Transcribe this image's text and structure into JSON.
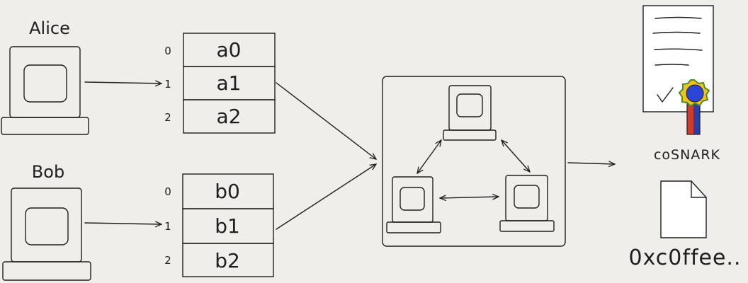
{
  "parties": [
    {
      "name": "Alice",
      "inputs": [
        {
          "index": "0",
          "value": "a0"
        },
        {
          "index": "1",
          "value": "a1"
        },
        {
          "index": "2",
          "value": "a2"
        }
      ]
    },
    {
      "name": "Bob",
      "inputs": [
        {
          "index": "0",
          "value": "b0"
        },
        {
          "index": "1",
          "value": "b1"
        },
        {
          "index": "2",
          "value": "b2"
        }
      ]
    }
  ],
  "output": {
    "certificate_label": "coSNARK",
    "hash_label": "0xc0ffee.."
  },
  "colors": {
    "stroke": "#1e1e1e",
    "background": "#efeeea",
    "seal_blue": "#2b45d6",
    "seal_green": "#4c8a2e",
    "seal_yellow": "#f0c419",
    "ribbon_red": "#d23a2b",
    "ribbon_blue": "#2b3fa8"
  }
}
